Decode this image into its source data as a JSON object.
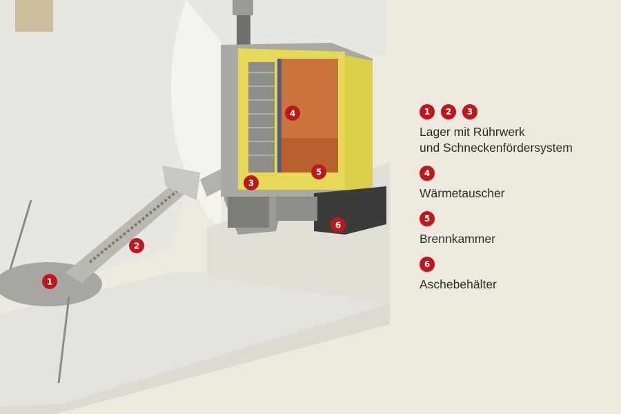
{
  "colors": {
    "marker": "#c0171c",
    "marker_text": "#ffffff",
    "background": "#ede9df",
    "boiler_yellow": "#e6d957",
    "text": "#2b2b2b"
  },
  "markers": [
    {
      "number": "1"
    },
    {
      "number": "2"
    },
    {
      "number": "3"
    },
    {
      "number": "4"
    },
    {
      "number": "5"
    },
    {
      "number": "6"
    }
  ],
  "legend": [
    {
      "numbers": [
        "1",
        "2",
        "3"
      ],
      "text": "Lager mit Rührwerk\nund Schneckenfördersystem"
    },
    {
      "numbers": [
        "4"
      ],
      "text": "Wärmetauscher"
    },
    {
      "numbers": [
        "5"
      ],
      "text": "Brennkammer"
    },
    {
      "numbers": [
        "6"
      ],
      "text": "Aschebehälter"
    }
  ]
}
